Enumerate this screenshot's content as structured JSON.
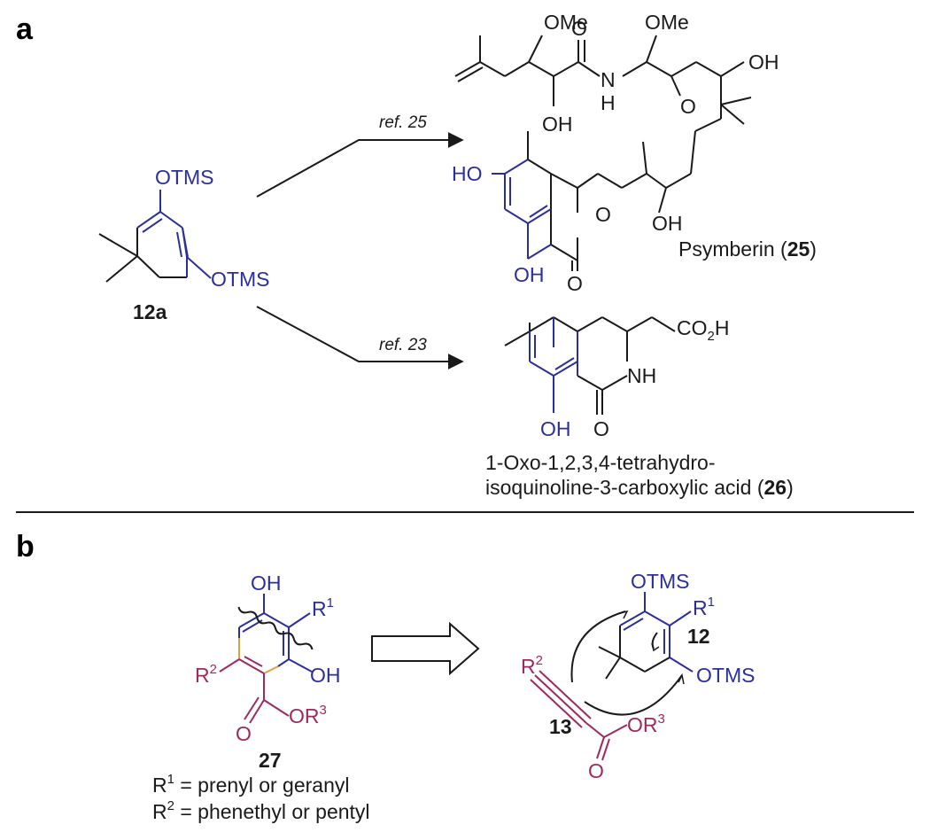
{
  "panels": {
    "a": {
      "label": "a"
    },
    "b": {
      "label": "b"
    }
  },
  "colors": {
    "blue": "#2b2f9c",
    "magenta": "#9c2a5f",
    "black": "#1a1a1a",
    "orange": "#e0a040"
  },
  "reagents": {
    "ref_top": "ref. 25",
    "ref_bottom": "ref. 23"
  },
  "compounds": {
    "c12a": {
      "label": "12a",
      "otms_top": "OTMS",
      "otms_bottom": "OTMS"
    },
    "psymberin": {
      "ome1": "OMe",
      "ome2": "OMe",
      "o_carbonyl": "O",
      "n": "N",
      "h": "H",
      "oh_amide": "OH",
      "oh_right": "OH",
      "o_ring": "O",
      "ho_arene": "HO",
      "oh_arene": "OH",
      "o_lactone": "O",
      "o_carbonyl_lactone": "O",
      "oh_chain": "OH",
      "name": "Psymberin (",
      "num": "25",
      "close": ")"
    },
    "c26": {
      "co2h": "CO",
      "co2h_sub": "2",
      "co2h_h": "H",
      "nh": "NH",
      "o_carbonyl": "O",
      "oh": "OH",
      "name_line1": "1-Oxo-1,2,3,4-tetrahydro-",
      "name_line2": "isoquinoline-3-carboxylic acid (",
      "num": "26",
      "close": ")"
    },
    "c27": {
      "oh_top": "OH",
      "oh_right": "OH",
      "r1": "R",
      "r1_sup": "1",
      "r2": "R",
      "r2_sup": "2",
      "o_carbonyl": "O",
      "or3": "OR",
      "or3_sup": "3",
      "label": "27",
      "def1_r": "R",
      "def1_sup": "1",
      "def1_text": " = prenyl or geranyl",
      "def2_r": "R",
      "def2_sup": "2",
      "def2_text": " = phenethyl or pentyl"
    },
    "c12": {
      "otms_top": "OTMS",
      "otms_bottom": "OTMS",
      "r1": "R",
      "r1_sup": "1",
      "label": "12"
    },
    "c13": {
      "r2": "R",
      "r2_sup": "2",
      "o_carbonyl": "O",
      "or3": "OR",
      "or3_sup": "3",
      "label": "13"
    }
  }
}
